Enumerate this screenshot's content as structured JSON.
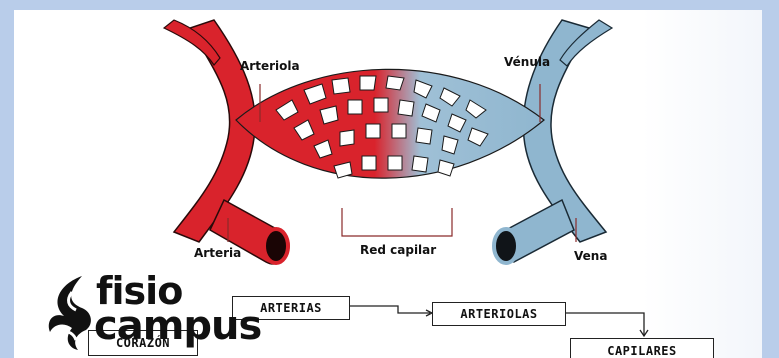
{
  "labels": {
    "arteriola": "Arteriola",
    "venula": "Vénula",
    "arteria": "Arteria",
    "red_capilar": "Red capilar",
    "vena": "Vena"
  },
  "flow": {
    "arterias": "ARTERIAS",
    "arteriolas": "ARTERIOLAS",
    "corazon": "CORAZÓN",
    "capilares": "CAPILARES"
  },
  "logo": {
    "line1": "fisio",
    "line2": "campus"
  },
  "colors": {
    "artery": "#d9232c",
    "vein": "#8fb6cf",
    "background": "#b9cdea"
  }
}
